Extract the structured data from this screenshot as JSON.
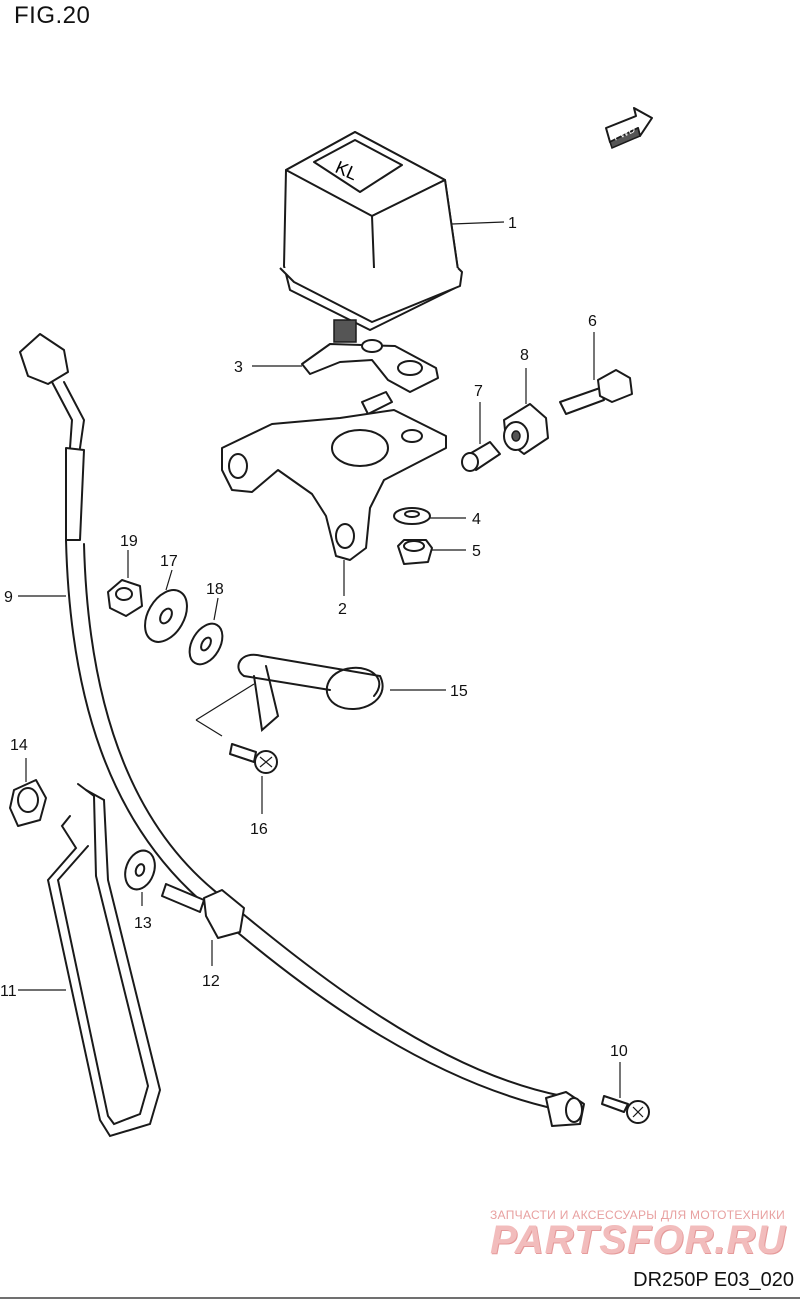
{
  "header": {
    "figure_title": "FIG.20"
  },
  "footer": {
    "diagram_code": "DR250P E03_020"
  },
  "watermark": {
    "tagline": "ЗАПЧАСТИ И АКСЕССУАРЫ ДЛЯ МОТОТЕХНИКИ",
    "brand": "PARTSFOR.RU",
    "color": "#f2bcbc"
  },
  "direction_marker": {
    "label": "FWD"
  },
  "callouts": {
    "p1": "1",
    "p2": "2",
    "p3": "3",
    "p4": "4",
    "p5": "5",
    "p6": "6",
    "p7": "7",
    "p8": "8",
    "p9": "9",
    "p10": "10",
    "p11": "11",
    "p12": "12",
    "p13": "13",
    "p14": "14",
    "p15": "15",
    "p16": "16",
    "p17": "17",
    "p18": "18",
    "p19": "19"
  },
  "meter_face_text": "KL"
}
